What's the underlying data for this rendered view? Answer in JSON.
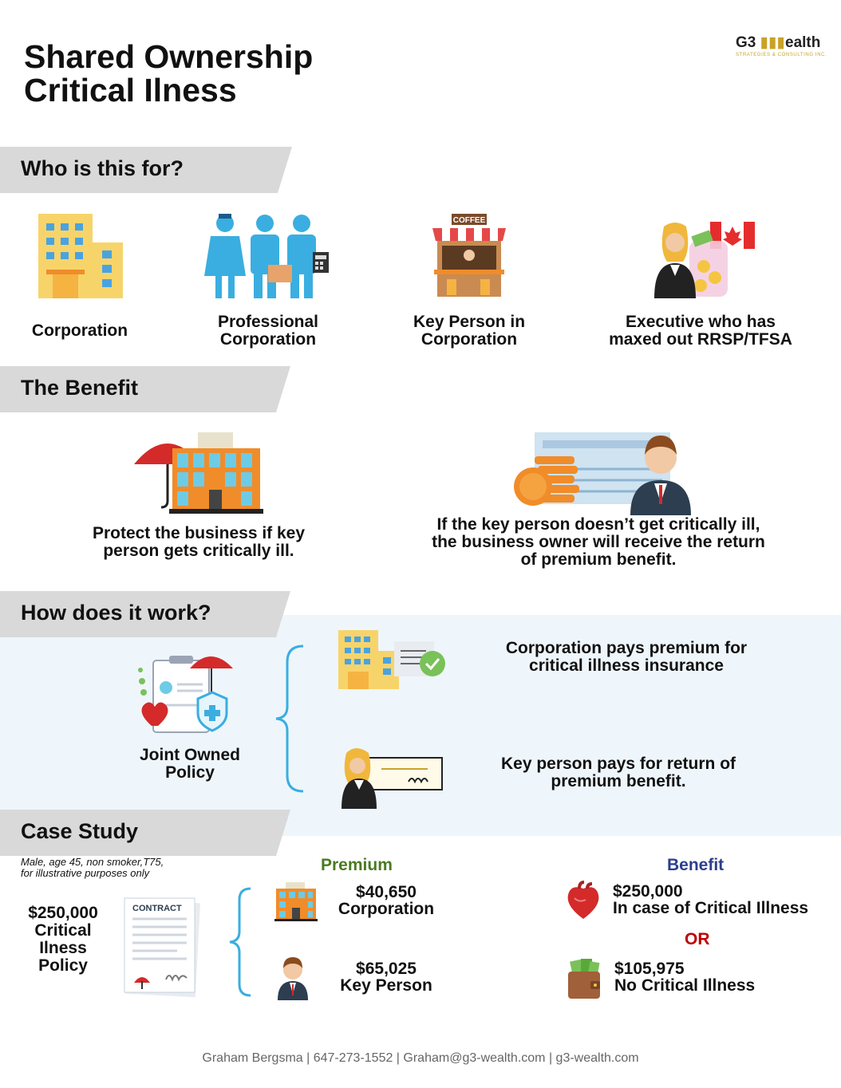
{
  "title": {
    "line1": "Shared Ownership",
    "line2": "Critical Ilness"
  },
  "logo": {
    "main_a": "G3 ",
    "main_b": "ealth",
    "sub": "STRATEGIES & CONSULTING INC."
  },
  "sections": {
    "who": "Who is this for?",
    "benefit": "The Benefit",
    "how": "How does it work?",
    "case": "Case Study"
  },
  "who": {
    "items": [
      {
        "line1": "Corporation",
        "line2": ""
      },
      {
        "line1": "Professional",
        "line2": "Corporation"
      },
      {
        "line1": "Key Person in",
        "line2": "Corporation"
      },
      {
        "line1": "Executive who has",
        "line2": "maxed out RRSP/TFSA"
      }
    ]
  },
  "benefit": {
    "left": {
      "line1": "Protect the business if key",
      "line2": "person gets critically ill."
    },
    "right": {
      "line1": "If the key person doesn’t get critically ill,",
      "line2": "the business owner will receive the return",
      "line3": "of premium benefit."
    }
  },
  "how": {
    "policy": {
      "line1": "Joint Owned",
      "line2": "Policy"
    },
    "corp": {
      "line1": "Corporation pays premium for",
      "line2": "critical illness insurance"
    },
    "key": {
      "line1": "Key person pays for return of",
      "line2": "premium benefit."
    }
  },
  "case": {
    "note1": "Male, age 45, non smoker,T75,",
    "note2": "for illustrative purposes only",
    "policy": {
      "line1": "$250,000",
      "line2": "Critical",
      "line3": "Ilness",
      "line4": "Policy"
    },
    "contract_label": "CONTRACT",
    "premium_head": "Premium",
    "benefit_head": "Benefit",
    "premium_corp": {
      "amount": "$40,650",
      "label": "Corporation"
    },
    "premium_key": {
      "amount": "$65,025",
      "label": "Key Person"
    },
    "benefit_ci": {
      "amount": "$250,000",
      "label": "In case of Critical Illness"
    },
    "or": "OR",
    "benefit_no": {
      "amount": "$105,975",
      "label": "No Critical Illness"
    }
  },
  "footer": "Graham Bergsma | 647-273-1552 | Graham@g3-wealth.com | g3-wealth.com",
  "colors": {
    "band": "#d9d9d9",
    "light_blue": "#eef6fb",
    "bracket": "#3aaee0",
    "premium": "#4a7a22",
    "benefit": "#2c3e8c",
    "or": "#c00000"
  }
}
